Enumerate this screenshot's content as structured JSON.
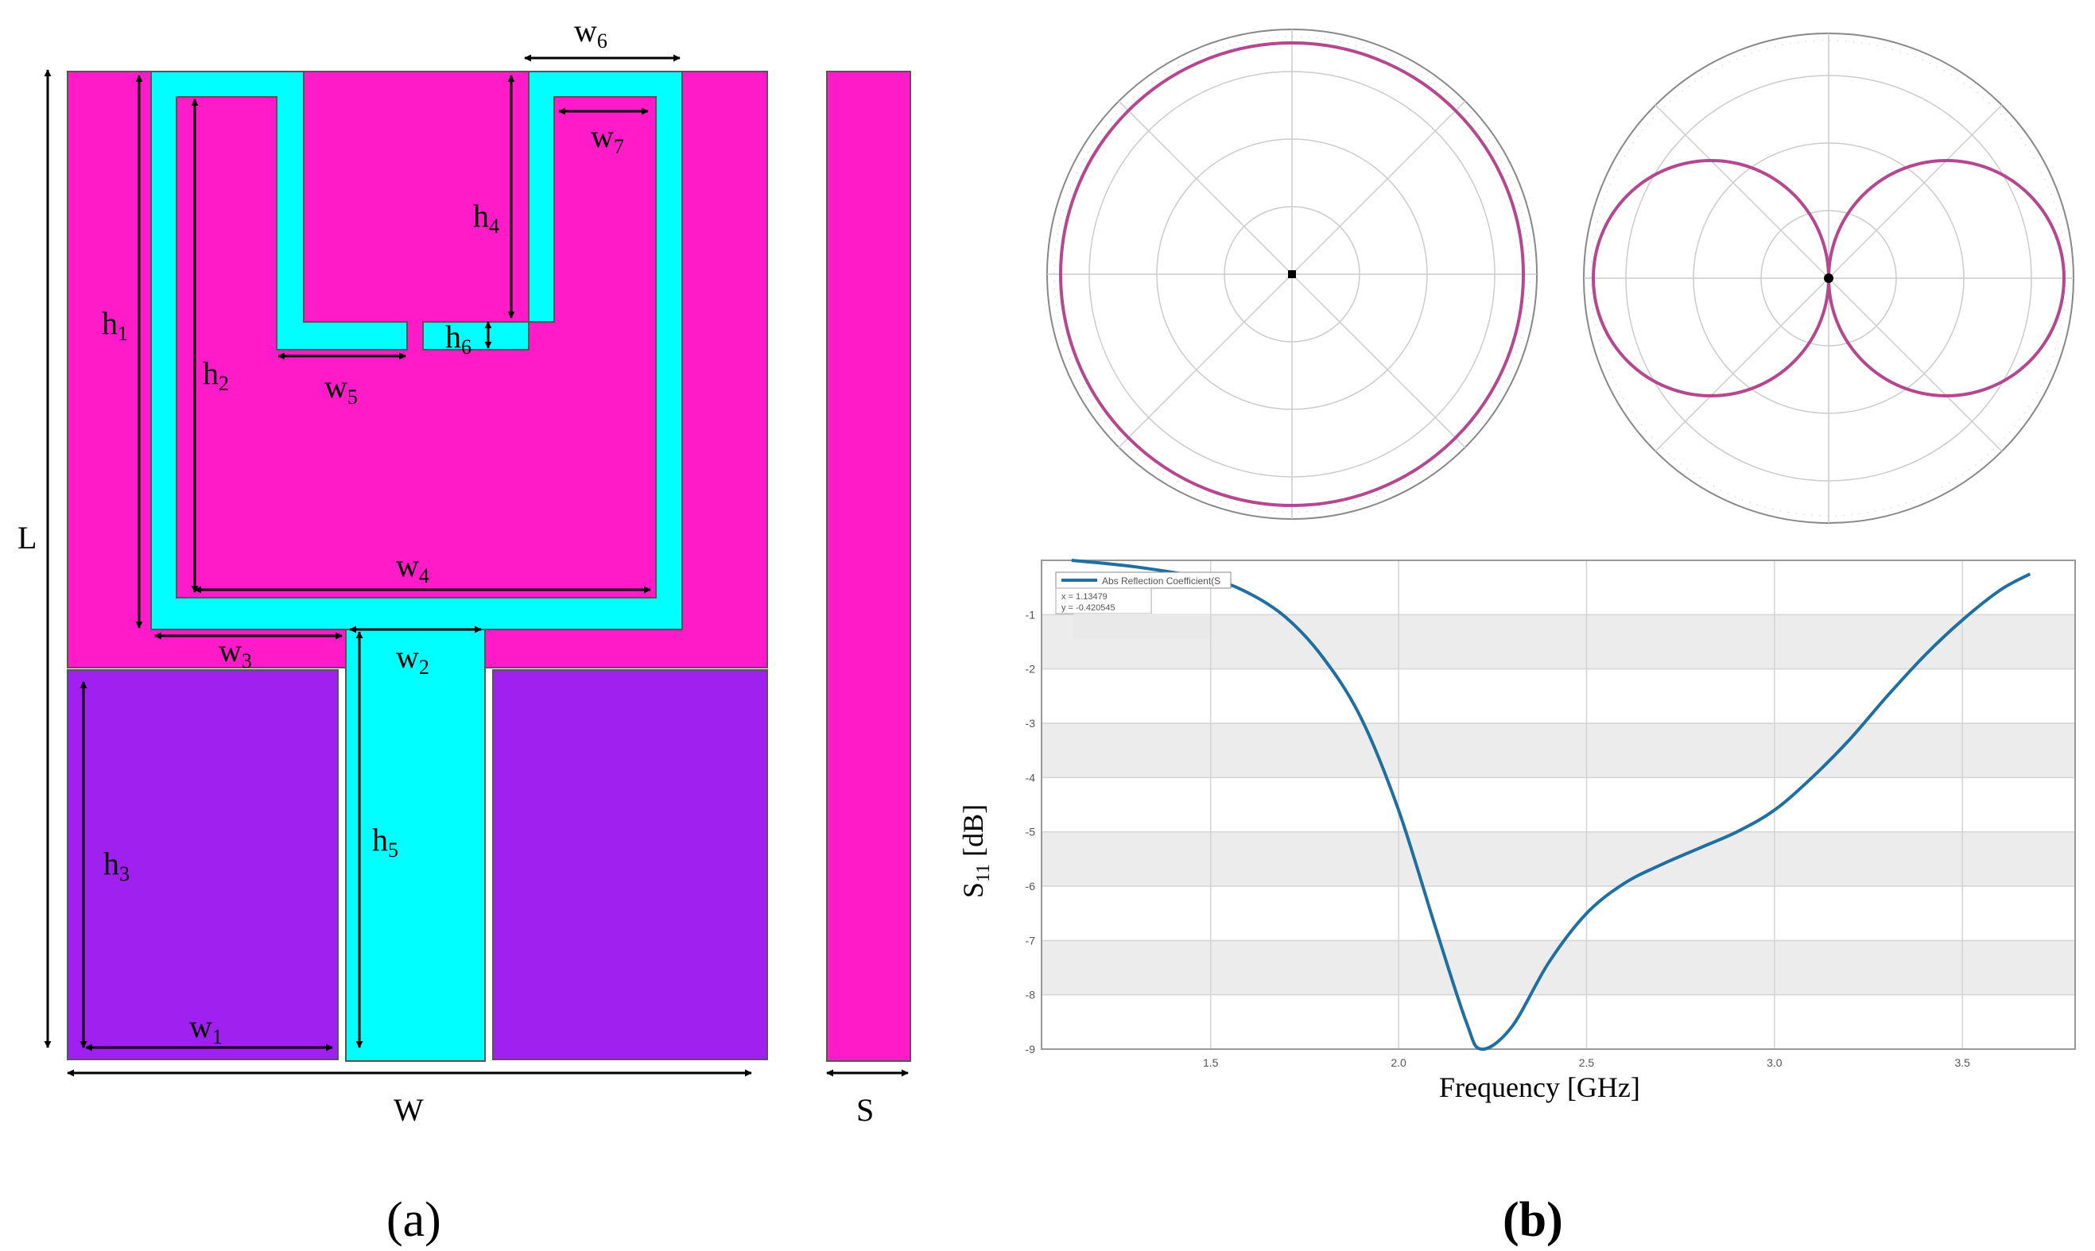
{
  "panel_a": {
    "caption": "(a)",
    "dims": {
      "L": "L",
      "W": "W",
      "S": "S",
      "h1": "h",
      "h1_sub": "1",
      "h2": "h",
      "h2_sub": "2",
      "h3": "h",
      "h3_sub": "3",
      "h4": "h",
      "h4_sub": "4",
      "h5": "h",
      "h5_sub": "5",
      "h6": "h",
      "h6_sub": "6",
      "w1": "w",
      "w1_sub": "1",
      "w2": "w",
      "w2_sub": "2",
      "w3": "w",
      "w3_sub": "3",
      "w4": "w",
      "w4_sub": "4",
      "w5": "w",
      "w5_sub": "5",
      "w6": "w",
      "w6_sub": "6",
      "w7": "w",
      "w7_sub": "7"
    },
    "colors": {
      "substrate": "#ff1bc8",
      "radiator": "#00ffff",
      "ground": "#a020f0"
    }
  },
  "panel_b": {
    "caption": "(b)",
    "pattern_color": "#b5478f",
    "s11_chart": {
      "xlabel": "Frequency [GHz]",
      "ylabel_main": "S",
      "ylabel_sub": "11",
      "ylabel_unit": " [dB]",
      "legend_label": "Abs Reflection Coefficient(S",
      "marker_x_text": "x =  1.13479",
      "marker_y_text": "y = -0.420545",
      "line_color": "#1f6fa0"
    }
  },
  "chart_data": {
    "type": "line",
    "xlabel": "Frequency [GHz]",
    "ylabel": "S11 [dB]",
    "xlim": [
      1.05,
      3.8
    ],
    "ylim": [
      -9,
      0
    ],
    "x_ticks": [
      "1.5",
      "2.0",
      "2.5",
      "3.0",
      "3.5"
    ],
    "y_ticks": [
      "-1",
      "-2",
      "-3",
      "-4",
      "-5",
      "-6",
      "-7",
      "-8",
      "-9"
    ],
    "grid": true,
    "series": [
      {
        "name": "Abs Reflection Coefficient(S",
        "x": [
          1.13,
          1.3,
          1.5,
          1.6,
          1.7,
          1.8,
          1.9,
          2.0,
          2.1,
          2.18,
          2.22,
          2.3,
          2.4,
          2.5,
          2.6,
          2.7,
          2.8,
          2.9,
          3.0,
          3.1,
          3.2,
          3.3,
          3.4,
          3.5,
          3.6,
          3.68
        ],
        "y": [
          0.0,
          -0.12,
          -0.35,
          -0.6,
          -1.05,
          -1.8,
          -2.9,
          -4.6,
          -6.8,
          -8.5,
          -9.0,
          -8.6,
          -7.4,
          -6.5,
          -5.95,
          -5.6,
          -5.3,
          -5.0,
          -4.6,
          -4.0,
          -3.3,
          -2.5,
          -1.75,
          -1.1,
          -0.55,
          -0.25
        ]
      }
    ]
  }
}
